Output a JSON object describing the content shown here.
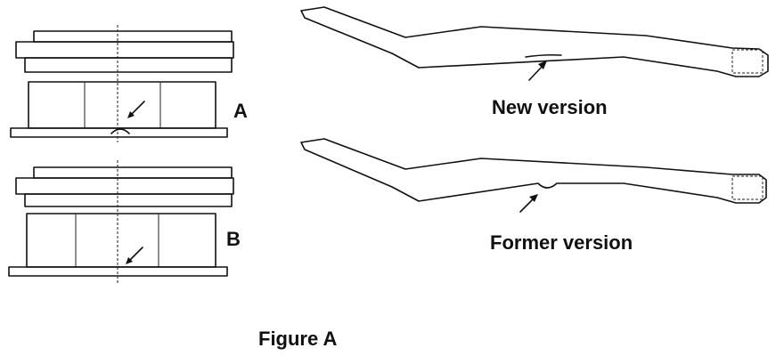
{
  "labels": {
    "part_a": "A",
    "part_b": "B",
    "new_version": "New version",
    "former_version": "Former version",
    "caption": "Figure A"
  }
}
